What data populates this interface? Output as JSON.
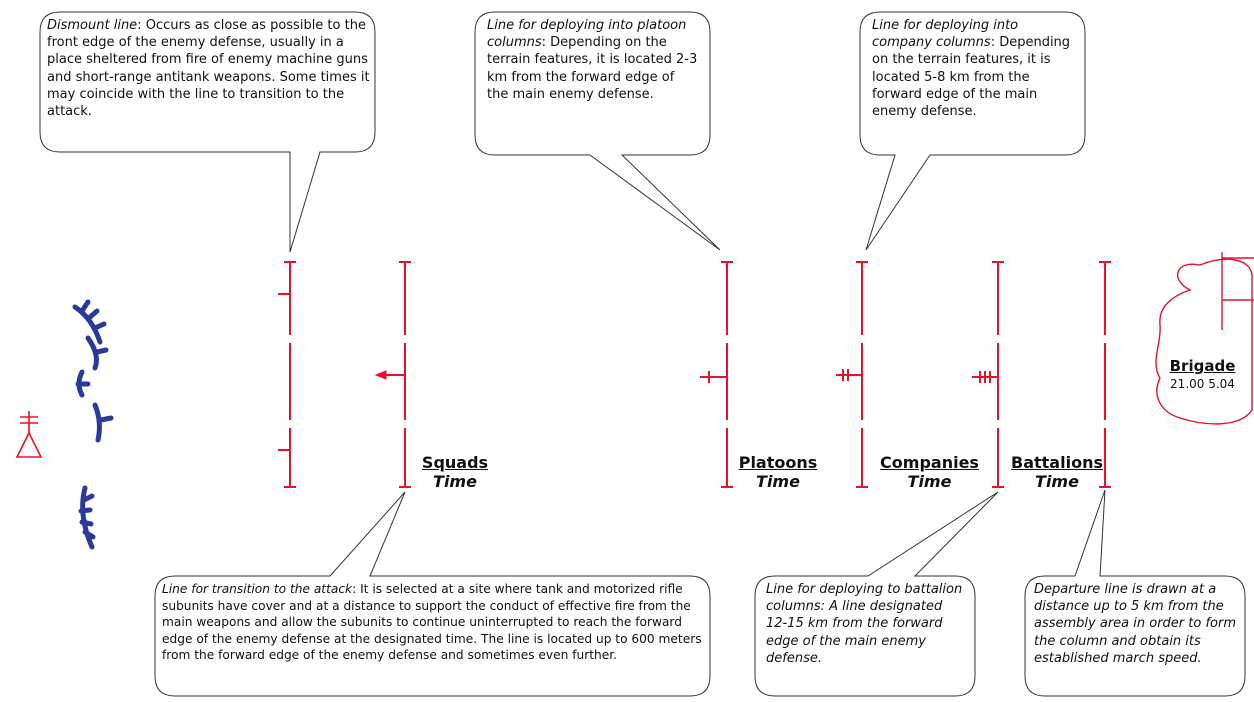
{
  "callouts": {
    "dismount": {
      "lead": "Dismount line",
      "text": ": Occurs as close as possible to the front edge of the enemy defense, usually in a place sheltered from fire of enemy machine guns and short-range antitank weapons. Some times it may coincide with the line to transition to the attack."
    },
    "platoon_columns": {
      "lead": "Line for deploying into platoon columns",
      "text": ": Depending on the terrain features, it is located 2-3 km from the forward edge of the main enemy defense."
    },
    "company_columns": {
      "lead": "Line for deploying into company columns",
      "text": ": Depending on the terrain features, it is located 5-8 km from the forward edge of the main enemy defense."
    },
    "transition_attack": {
      "lead": "Line for transition to the attack",
      "text": ":  It is selected at a site where tank and motorized rifle subunits have cover and at a distance to support the conduct of effective fire from the main weapons and allow the subunits to continue uninterrupted to reach the forward edge of the enemy defense at the designated time.  The line is located up to 600 meters from the forward edge of the enemy defense and sometimes even further."
    },
    "battalion_columns": {
      "text": "Line for deploying to battalion columns: A line designated 12-15 km from the forward edge of the main enemy defense."
    },
    "departure": {
      "text": "Departure line is drawn at a distance up to 5 km from the assembly area in order to form the column and obtain its established march speed."
    }
  },
  "labels": {
    "squads": "Squads",
    "platoons": "Platoons",
    "companies": "Companies",
    "battalions": "Battalions",
    "time": "Time"
  },
  "brigade": {
    "name": "Brigade",
    "times": "21.00  5.04"
  },
  "colors": {
    "line_red": "#e8102a",
    "enemy_blue": "#2b3a9a",
    "callout_stroke": "#333333"
  }
}
